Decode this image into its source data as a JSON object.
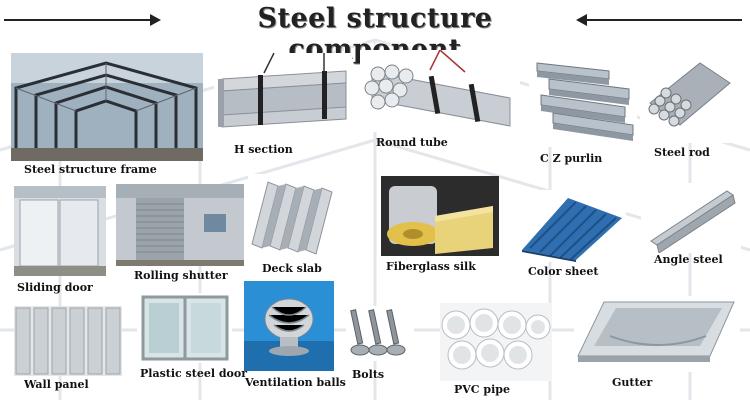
{
  "title": "Steel structure component",
  "items": [
    {
      "label": "Steel structure frame",
      "icon": "steel-frame-photo"
    },
    {
      "label": "H section",
      "icon": "h-beam-photo"
    },
    {
      "label": "Round tube",
      "icon": "round-tube-photo"
    },
    {
      "label": "C Z purlin",
      "icon": "purlin-photo"
    },
    {
      "label": "Steel rod",
      "icon": "steel-rod-photo"
    },
    {
      "label": "Sliding door",
      "icon": "sliding-door-photo"
    },
    {
      "label": "Rolling shutter",
      "icon": "rolling-shutter-photo"
    },
    {
      "label": "Deck slab",
      "icon": "deck-slab-photo"
    },
    {
      "label": "Fiberglass silk",
      "icon": "fiberglass-photo"
    },
    {
      "label": "Color sheet",
      "icon": "color-sheet-photo"
    },
    {
      "label": "Angle steel",
      "icon": "angle-steel-photo"
    },
    {
      "label": "Wall panel",
      "icon": "wall-panel-photo"
    },
    {
      "label": "Plastic steel door",
      "icon": "plastic-steel-door-photo"
    },
    {
      "label": "Ventilation balls",
      "icon": "ventilation-ball-photo"
    },
    {
      "label": "Bolts",
      "icon": "bolts-photo"
    },
    {
      "label": "PVC pipe",
      "icon": "pvc-pipe-photo"
    },
    {
      "label": "Gutter",
      "icon": "gutter-photo"
    }
  ]
}
